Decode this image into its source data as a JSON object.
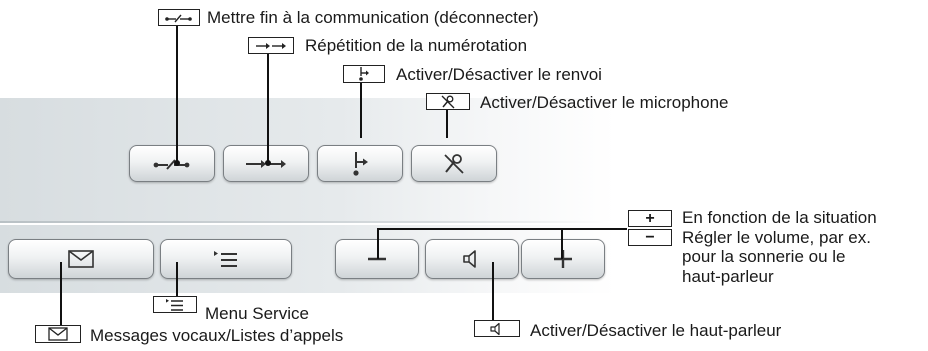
{
  "callouts": {
    "disconnect": "Mettre fin à la communication (déconnecter)",
    "redial": "Répétition de la numérotation",
    "forwarding": "Activer/Désactiver le renvoi",
    "mute": "Activer/Désactiver le microphone",
    "volume_situation": "En fonction de la situation",
    "volume_desc_1": "Régler le volume, par ex.",
    "volume_desc_2": "pour la sonnerie ou le",
    "volume_desc_3": "haut-parleur",
    "service_menu": "Menu Service",
    "voicemail": "Messages vocaux/Listes d’appels",
    "speaker": "Activer/Désactiver le haut-parleur"
  },
  "key_symbols": {
    "plus": "+",
    "minus": "−"
  },
  "icons": [
    "disconnect-icon",
    "redial-icon",
    "forwarding-icon",
    "mute-icon",
    "envelope-icon",
    "service-menu-icon",
    "minus-icon",
    "speaker-icon",
    "plus-icon"
  ]
}
